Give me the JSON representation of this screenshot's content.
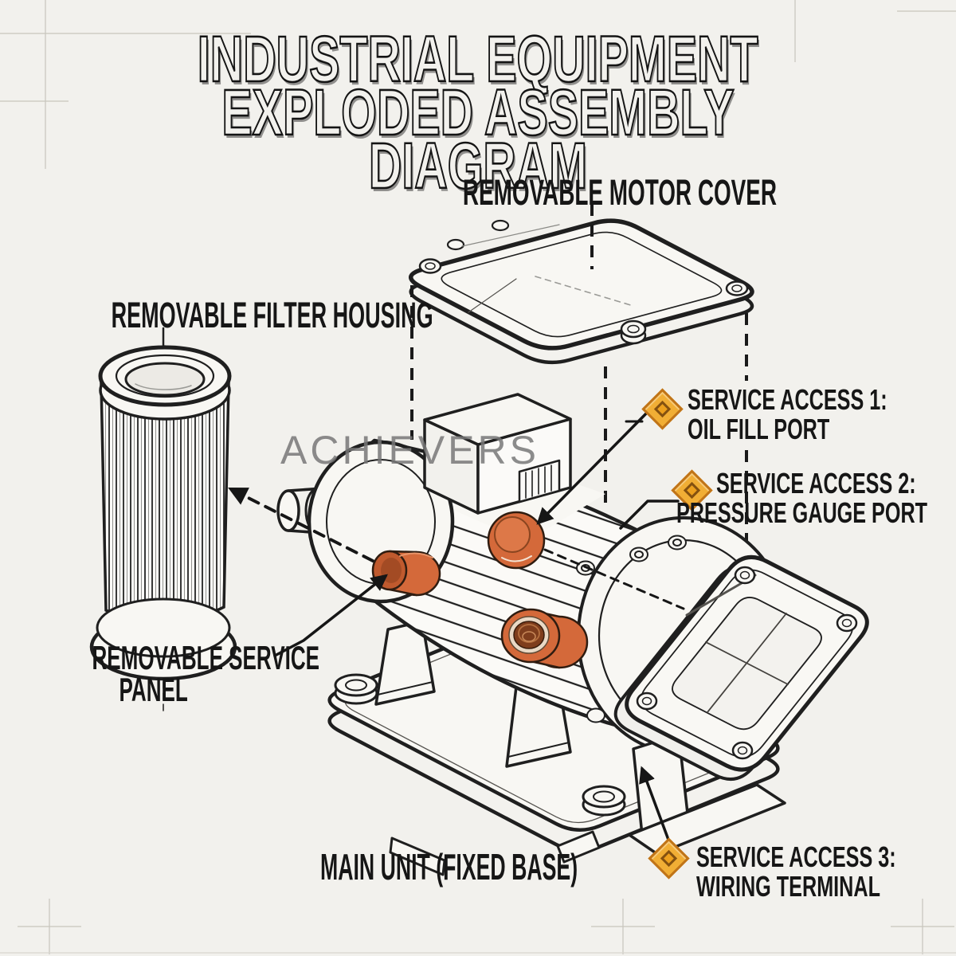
{
  "meta": {
    "paper_color": "#f2f1ed",
    "ink_color": "#1f1f1f",
    "port_orange": "#d4693a",
    "diamond_gold": "#f1ae35",
    "watermark_gray": "#787878"
  },
  "title": {
    "line1": "INDUSTRIAL EQUIPMENT",
    "line2": "EXPLODED ASSEMBLY DIAGRAM"
  },
  "watermark": {
    "text": "ACHIEVERS"
  },
  "labels": {
    "motor_cover": "REMOVABLE MOTOR COVER",
    "filter_housing": "REMOVABLE FILTER HOUSING",
    "service_panel": {
      "line1": "REMOVABLE SERVICE",
      "line2": "PANEL"
    },
    "main_unit": "MAIN UNIT (FIXED BASE)"
  },
  "callouts": [
    {
      "id": 1,
      "line1": "SERVICE ACCESS 1:",
      "line2": "OIL FILL PORT"
    },
    {
      "id": 2,
      "line1": "SERVICE ACCESS 2:",
      "line2": "PRESSURE GAUGE PORT"
    },
    {
      "id": 3,
      "line1": "SERVICE ACCESS 3:",
      "line2": "WIRING TERMINAL"
    }
  ]
}
